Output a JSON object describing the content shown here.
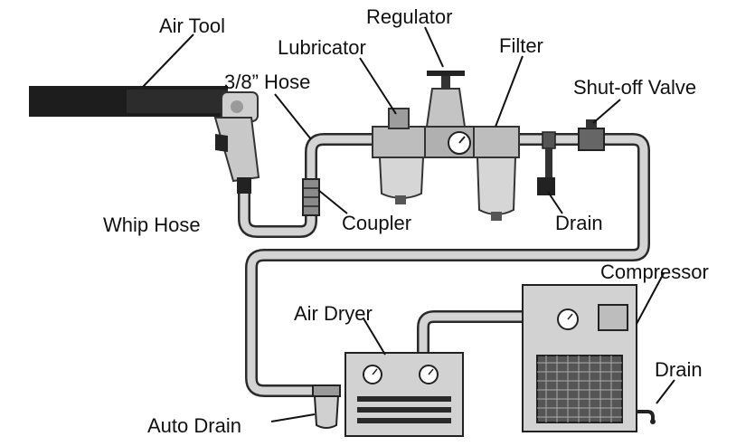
{
  "labels": {
    "air_tool": "Air Tool",
    "regulator": "Regulator",
    "lubricator": "Lubricator",
    "filter": "Filter",
    "hose_38": "3/8” Hose",
    "shutoff_valve": "Shut-off Valve",
    "whip_hose": "Whip Hose",
    "coupler": "Coupler",
    "drain_top": "Drain",
    "compressor": "Compressor",
    "air_dryer": "Air Dryer",
    "drain_bottom": "Drain",
    "auto_drain": "Auto Drain"
  },
  "icons": {
    "air_tool": "pneumatic-drill",
    "regulator": "pressure-regulator",
    "lubricator": "lubricator-bowl",
    "filter": "filter-bowl",
    "shutoff_valve": "valve",
    "air_dryer": "dryer-unit",
    "compressor": "compressor-unit",
    "auto_drain": "drain-bowl"
  },
  "colors": {
    "background": "#ffffff",
    "line": "#111111",
    "metal_light": "#d9d9d9",
    "metal_dark": "#3a3a3a"
  }
}
